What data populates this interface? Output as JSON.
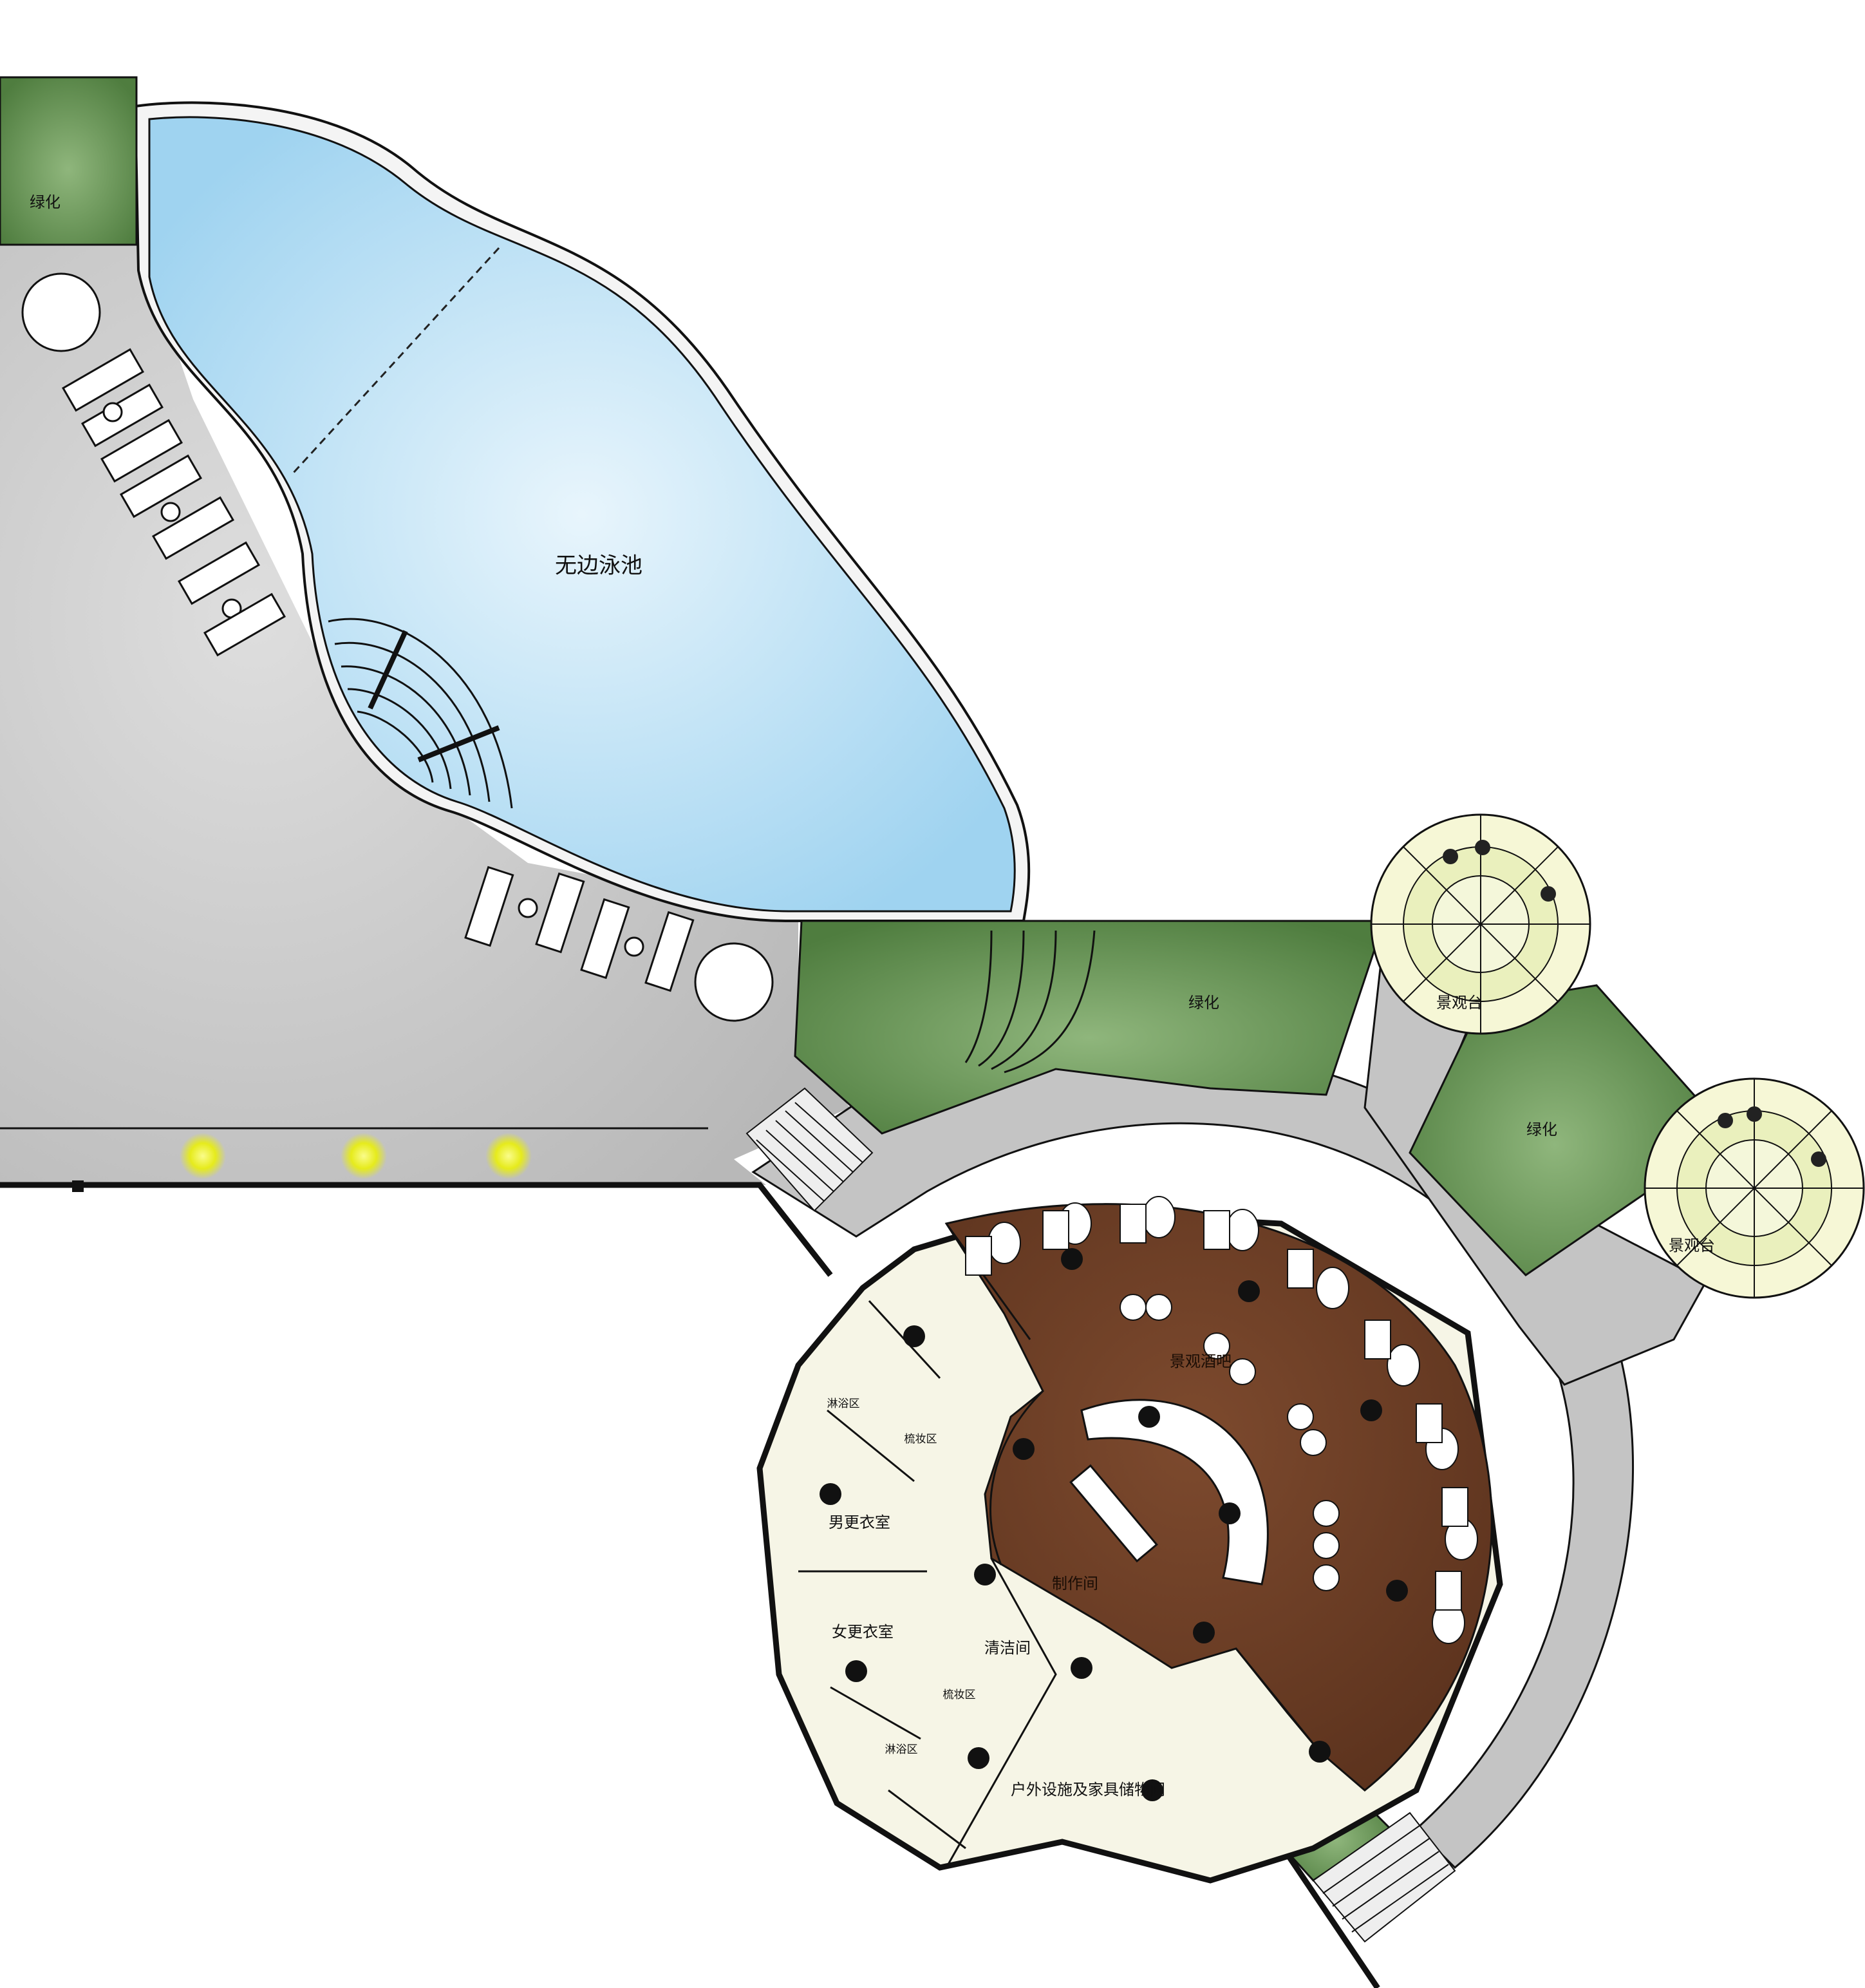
{
  "colors": {
    "background": "#ffffff",
    "paving": "#c9c9c9",
    "water": "#bfe3f5",
    "greenery": "#6b9858",
    "wood_floor": "#6e3f26",
    "interior_floor": "#f8f7e9",
    "lamp": "#e9ee23",
    "outline": "#111111"
  },
  "labels": {
    "pool": "无边泳池",
    "greenery_top_left": "绿化",
    "greenery_middle": "绿化",
    "greenery_right": "绿化",
    "lookout_1": "景观台",
    "lookout_2": "景观台",
    "bar": "景观酒吧",
    "prep_room": "制作间",
    "mens_locker": "男更衣室",
    "womens_locker": "女更衣室",
    "shower_top": "淋浴区",
    "vanity_top": "梳妆区",
    "vanity_bottom": "梳妆区",
    "shower_bottom": "淋浴区",
    "cleaning_room": "清洁间",
    "storage": "户外设施及家具储物间"
  }
}
